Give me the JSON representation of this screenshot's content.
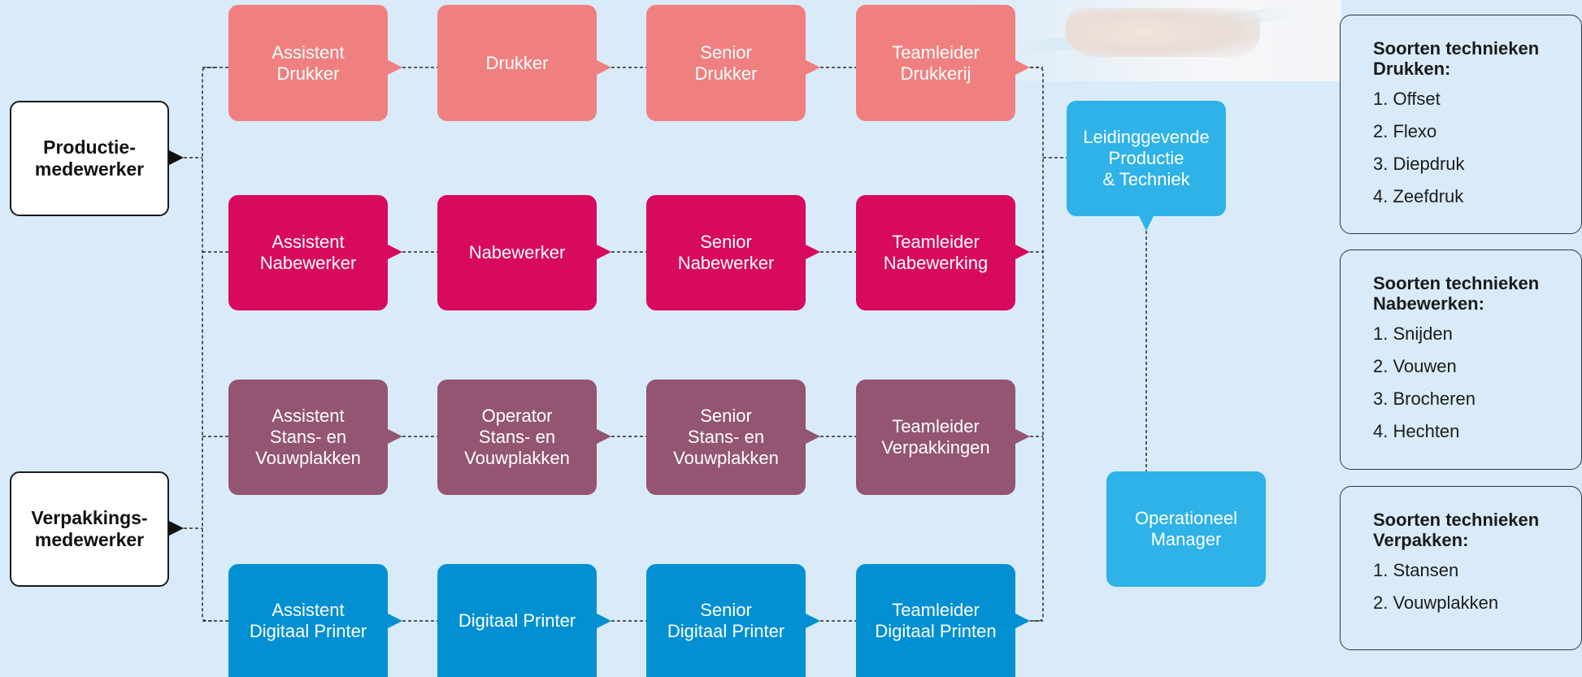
{
  "colors": {
    "background": "#d9ebf9",
    "drukken": "#f08080",
    "nabewerken": "#d80a5d",
    "verpakken": "#935572",
    "digitaal": "#0290d3",
    "management": "#2eb2e8",
    "entry_border": "#1a1a1a",
    "line": "#2a2a2a"
  },
  "entries": {
    "productie": "Productie-\nmedewerker",
    "verpakkings": "Verpakkings-\nmedewerker"
  },
  "rows": [
    {
      "name": "drukken",
      "color": "#f08080",
      "boxes": [
        "Assistent\nDrukker",
        "Drukker",
        "Senior\nDrukker",
        "Teamleider\nDrukkerij"
      ]
    },
    {
      "name": "nabewerken",
      "color": "#d80a5d",
      "boxes": [
        "Assistent\nNabewerker",
        "Nabewerker",
        "Senior\nNabewerker",
        "Teamleider\nNabewerking"
      ]
    },
    {
      "name": "verpakken",
      "color": "#935572",
      "boxes": [
        "Assistent\nStans- en\nVouwplakken",
        "Operator\nStans- en\nVouwplakken",
        "Senior\nStans- en\nVouwplakken",
        "Teamleider\nVerpakkingen"
      ]
    },
    {
      "name": "digitaal",
      "color": "#0290d3",
      "boxes": [
        "Assistent\nDigitaal Printer",
        "Digitaal Printer",
        "Senior\nDigitaal Printer",
        "Teamleider\nDigitaal Printen"
      ]
    }
  ],
  "management": {
    "leidinggevende": "Leidinggevende\nProductie\n& Techniek",
    "operationeel": "Operationeel\nManager"
  },
  "panels": [
    {
      "title": "Soorten technieken\nDrukken:",
      "items": [
        "1. Offset",
        "2. Flexo",
        "3. Diepdruk",
        "4. Zeefdruk"
      ]
    },
    {
      "title": "Soorten technieken\nNabewerken:",
      "items": [
        "1. Snijden",
        "2. Vouwen",
        "3. Brocheren",
        "4. Hechten"
      ]
    },
    {
      "title": "Soorten technieken\nVerpakken:",
      "items": [
        "1. Stansen",
        "2. Vouwplakken"
      ]
    }
  ]
}
